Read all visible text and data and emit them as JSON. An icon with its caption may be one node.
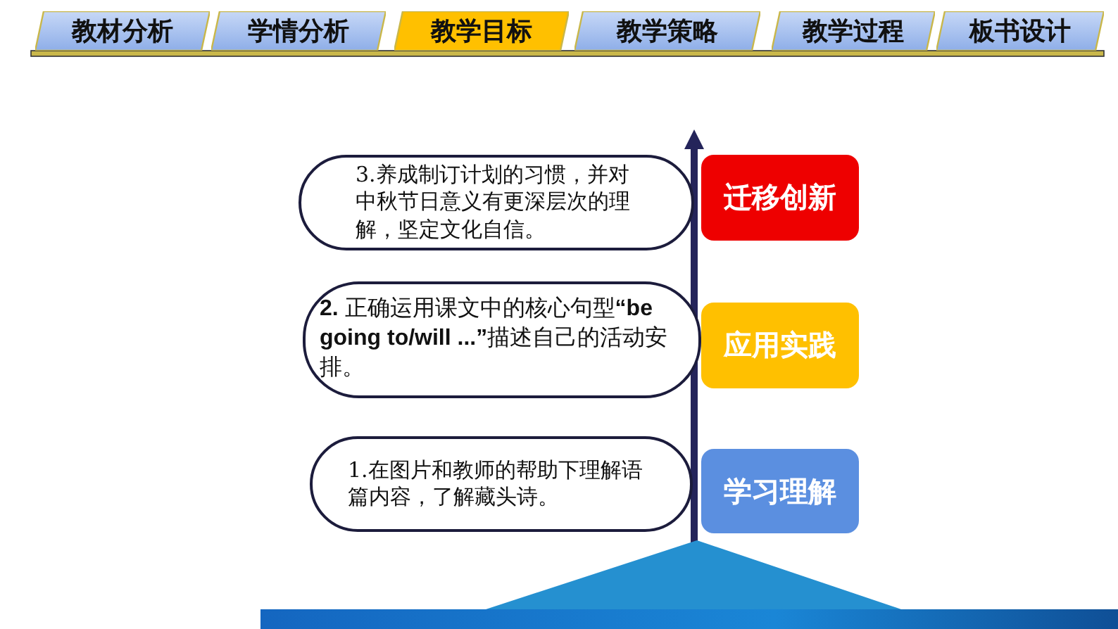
{
  "diagram": {
    "nodes": [
      {
        "text": [
          "教材分析"
        ]
      },
      {
        "text": [
          "学情分析"
        ]
      },
      {
        "text": [
          "教学目标"
        ]
      },
      {
        "text": [
          "教学策略"
        ]
      },
      {
        "text": [
          "教学过程"
        ]
      },
      {
        "text": [
          "板书设计"
        ]
      },
      {
        "text": [
          "3.养成制订计划的习惯，并对中秋节日意义有更深层次的理解，坚定文化自信。"
        ]
      },
      {
        "text": [
          "**2.** 正确运用课文中的核心句型**“be going to/will ...”**描述自己的活动安排。"
        ]
      },
      {
        "text": [
          "1.在图片和教师的帮助下理解语篇内容，了解藏头诗。"
        ]
      },
      {
        "text": [
          "迁移创新"
        ]
      },
      {
        "text": [
          "应用实践"
        ]
      },
      {
        "text": [
          "学习理解"
        ]
      }
    ]
  }
}
